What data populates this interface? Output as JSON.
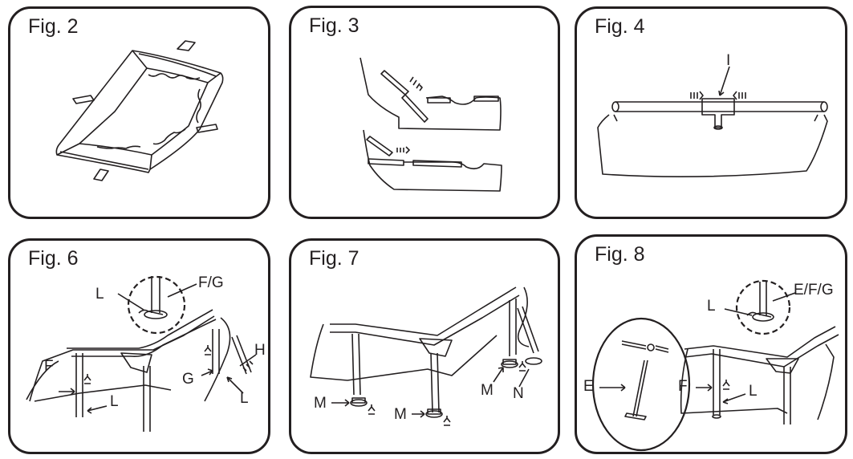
{
  "panels": [
    {
      "id": "fig2",
      "title": "Fig. 2"
    },
    {
      "id": "fig3",
      "title": "Fig. 3"
    },
    {
      "id": "fig4",
      "title": "Fig. 4",
      "labels": {
        "i": "I"
      }
    },
    {
      "id": "fig6",
      "title": "Fig. 6",
      "labels": {
        "l_detail": "L",
        "fg": "F/G",
        "f": "F",
        "l": "L",
        "g": "G",
        "h": "H",
        "l2": "L"
      }
    },
    {
      "id": "fig7",
      "title": "Fig. 7",
      "labels": {
        "m1": "M",
        "m2": "M",
        "m3": "M",
        "n": "N"
      }
    },
    {
      "id": "fig8",
      "title": "Fig. 8",
      "labels": {
        "l_detail": "L",
        "efg": "E/F/G",
        "e": "E",
        "f": "F",
        "l": "L"
      }
    }
  ],
  "colors": {
    "line": "#231f20",
    "paper": "#ffffff"
  }
}
